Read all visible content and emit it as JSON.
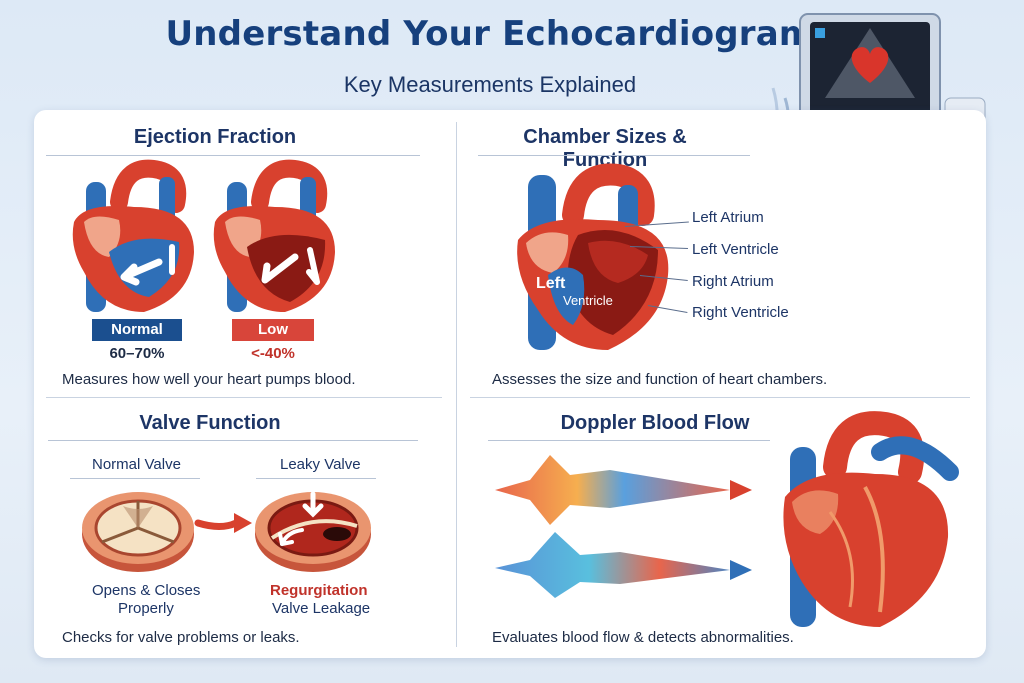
{
  "header": {
    "title": "Understand Your Echocardiogram",
    "subtitle": "Key Measurements Explained"
  },
  "ejection": {
    "title": "Ejection Fraction",
    "normal_label": "Normal",
    "normal_value": "60–70%",
    "low_label": "Low",
    "low_value": "<-40%",
    "caption": "Measures how well your heart pumps blood."
  },
  "chambers": {
    "title": "Chamber Sizes & Function",
    "inner_label_1": "Left",
    "inner_label_2": "Ventricle",
    "labels": [
      "Left Atrium",
      "Left Ventricle",
      "Right Atrium",
      "Right Ventricle"
    ],
    "caption": "Assesses the size and function of heart chambers."
  },
  "valve": {
    "title": "Valve Function",
    "normal_title": "Normal Valve",
    "leaky_title": "Leaky Valve",
    "normal_caption_1": "Opens & Closes",
    "normal_caption_2": "Properly",
    "leaky_caption_1": "Regurgitation",
    "leaky_caption_2": "Valve Leakage",
    "caption": "Checks for valve problems or leaks."
  },
  "doppler": {
    "title": "Doppler Blood Flow",
    "caption": "Evaluates blood flow & detects abnormalities."
  },
  "colors": {
    "title_blue": "#16407d",
    "normal_badge": "#1b4f8f",
    "low_badge": "#d8453a",
    "regurgitation": "#c0322a",
    "heart_red": "#d8412e",
    "vessel_blue": "#2f6fb7"
  }
}
